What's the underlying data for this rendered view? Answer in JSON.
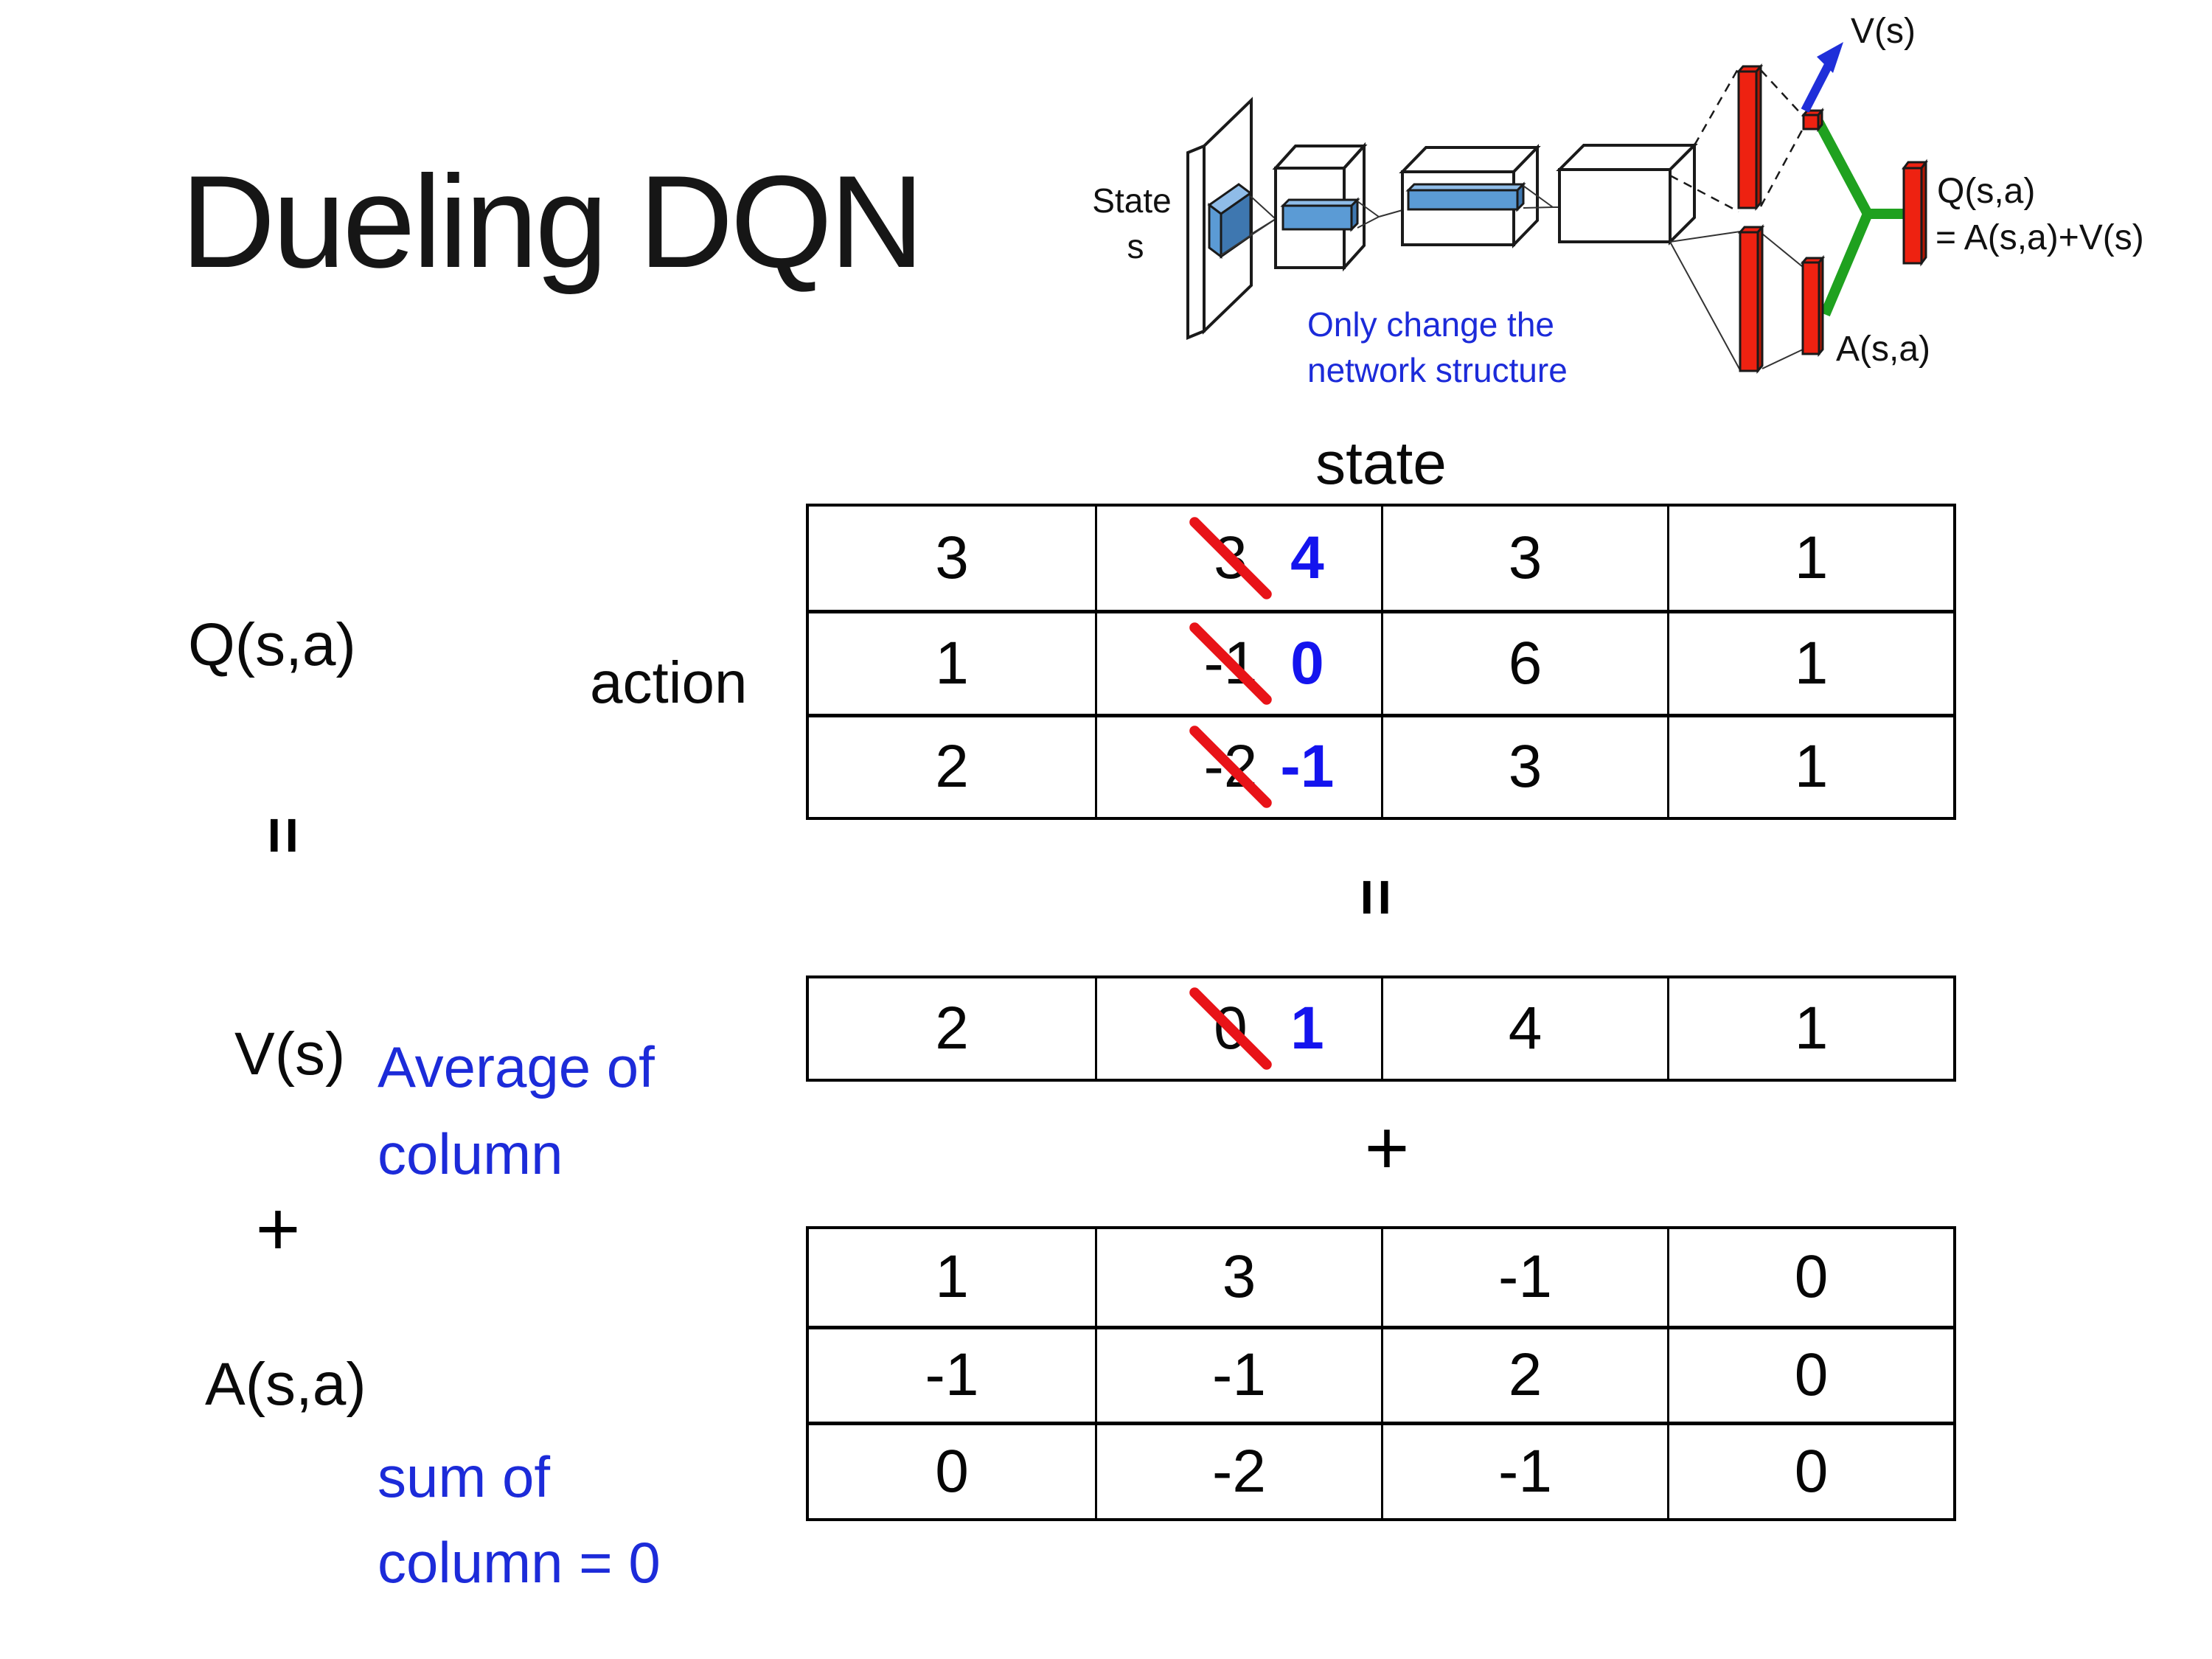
{
  "title": "Dueling DQN",
  "diagram": {
    "state_label_line1": "State",
    "state_label_line2": "s",
    "note_line1": "Only change the",
    "note_line2": "network structure",
    "v_out_label": "V(s)",
    "q_out_label_line1": "Q(s,a)",
    "q_out_label_line2": "= A(s,a)+V(s)",
    "a_out_label": "A(s,a)",
    "colors": {
      "red": "#ee2211",
      "red_dark": "#b51703",
      "green": "#1fa11f",
      "arrow_blue": "#1f2fd9",
      "feature_blue": "#5b9bd5",
      "feature_blue_dark": "#3e77b0",
      "feature_blue_light": "#8fbce8",
      "note_blue": "#1c2bd9"
    }
  },
  "matrix_section": {
    "state_header": "state",
    "action_label": "action",
    "q_label": "Q(s,a)",
    "v_label": "V(s)",
    "a_label": "A(s,a)",
    "equals_symbol": "=",
    "plus_symbol": "+",
    "avg_note_line1": "Average of",
    "avg_note_line2": "column",
    "sum_note_line1": "sum of",
    "sum_note_line2": "column = 0",
    "highlight_color": "#1414ee",
    "strike_color": "#e81318",
    "q_table": {
      "rows": [
        [
          {
            "v": "3"
          },
          {
            "old": "3",
            "new": "4"
          },
          {
            "v": "3"
          },
          {
            "v": "1"
          }
        ],
        [
          {
            "v": "1"
          },
          {
            "old": "-1",
            "new": "0"
          },
          {
            "v": "6"
          },
          {
            "v": "1"
          }
        ],
        [
          {
            "v": "2"
          },
          {
            "old": "-2",
            "new": "-1"
          },
          {
            "v": "3"
          },
          {
            "v": "1"
          }
        ]
      ]
    },
    "v_table": {
      "rows": [
        [
          {
            "v": "2"
          },
          {
            "old": "0",
            "new": "1"
          },
          {
            "v": "4"
          },
          {
            "v": "1"
          }
        ]
      ]
    },
    "a_table": {
      "rows": [
        [
          {
            "v": "1"
          },
          {
            "v": "3"
          },
          {
            "v": "-1"
          },
          {
            "v": "0"
          }
        ],
        [
          {
            "v": "-1"
          },
          {
            "v": "-1"
          },
          {
            "v": "2"
          },
          {
            "v": "0"
          }
        ],
        [
          {
            "v": "0"
          },
          {
            "v": "-2"
          },
          {
            "v": "-1"
          },
          {
            "v": "0"
          }
        ]
      ]
    }
  }
}
